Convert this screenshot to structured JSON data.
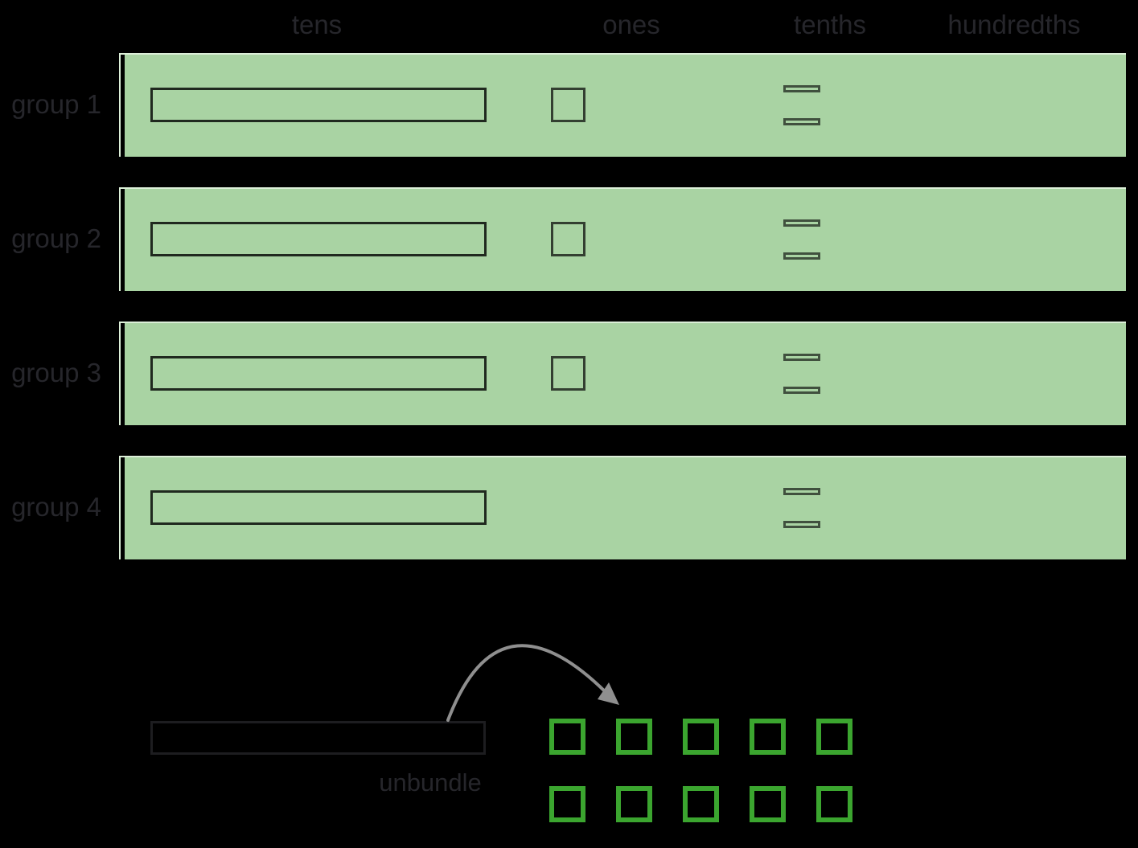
{
  "figure": {
    "columns": [
      "tens",
      "ones",
      "tenths",
      "hundredths"
    ],
    "groups": [
      {
        "label": "group 1",
        "tens": 1,
        "ones": 1,
        "tenths": 2,
        "hundredths": 0
      },
      {
        "label": "group 2",
        "tens": 1,
        "ones": 1,
        "tenths": 2,
        "hundredths": 0
      },
      {
        "label": "group 3",
        "tens": 1,
        "ones": 1,
        "tenths": 2,
        "hundredths": 0
      },
      {
        "label": "group 4",
        "tens": 1,
        "ones": 0,
        "tenths": 2,
        "hundredths": 0
      }
    ],
    "unbundle": {
      "label": "unbundle",
      "ten_rods": 1,
      "ones_squares": 10,
      "squares_per_row": 5
    }
  },
  "colors": {
    "background": "#000000",
    "band_green": "#a9d3a3",
    "band_edge_light": "#dcefd8",
    "block_outline_dark": "#20291f",
    "ones_outline": "#333f31",
    "tenth_outline": "#40503e",
    "unbundle_rod_outline": "#1d1d20",
    "unit_square_green": "#3ba52f",
    "arrow_gray": "#8f8f8f",
    "label_text": "#26262b"
  }
}
